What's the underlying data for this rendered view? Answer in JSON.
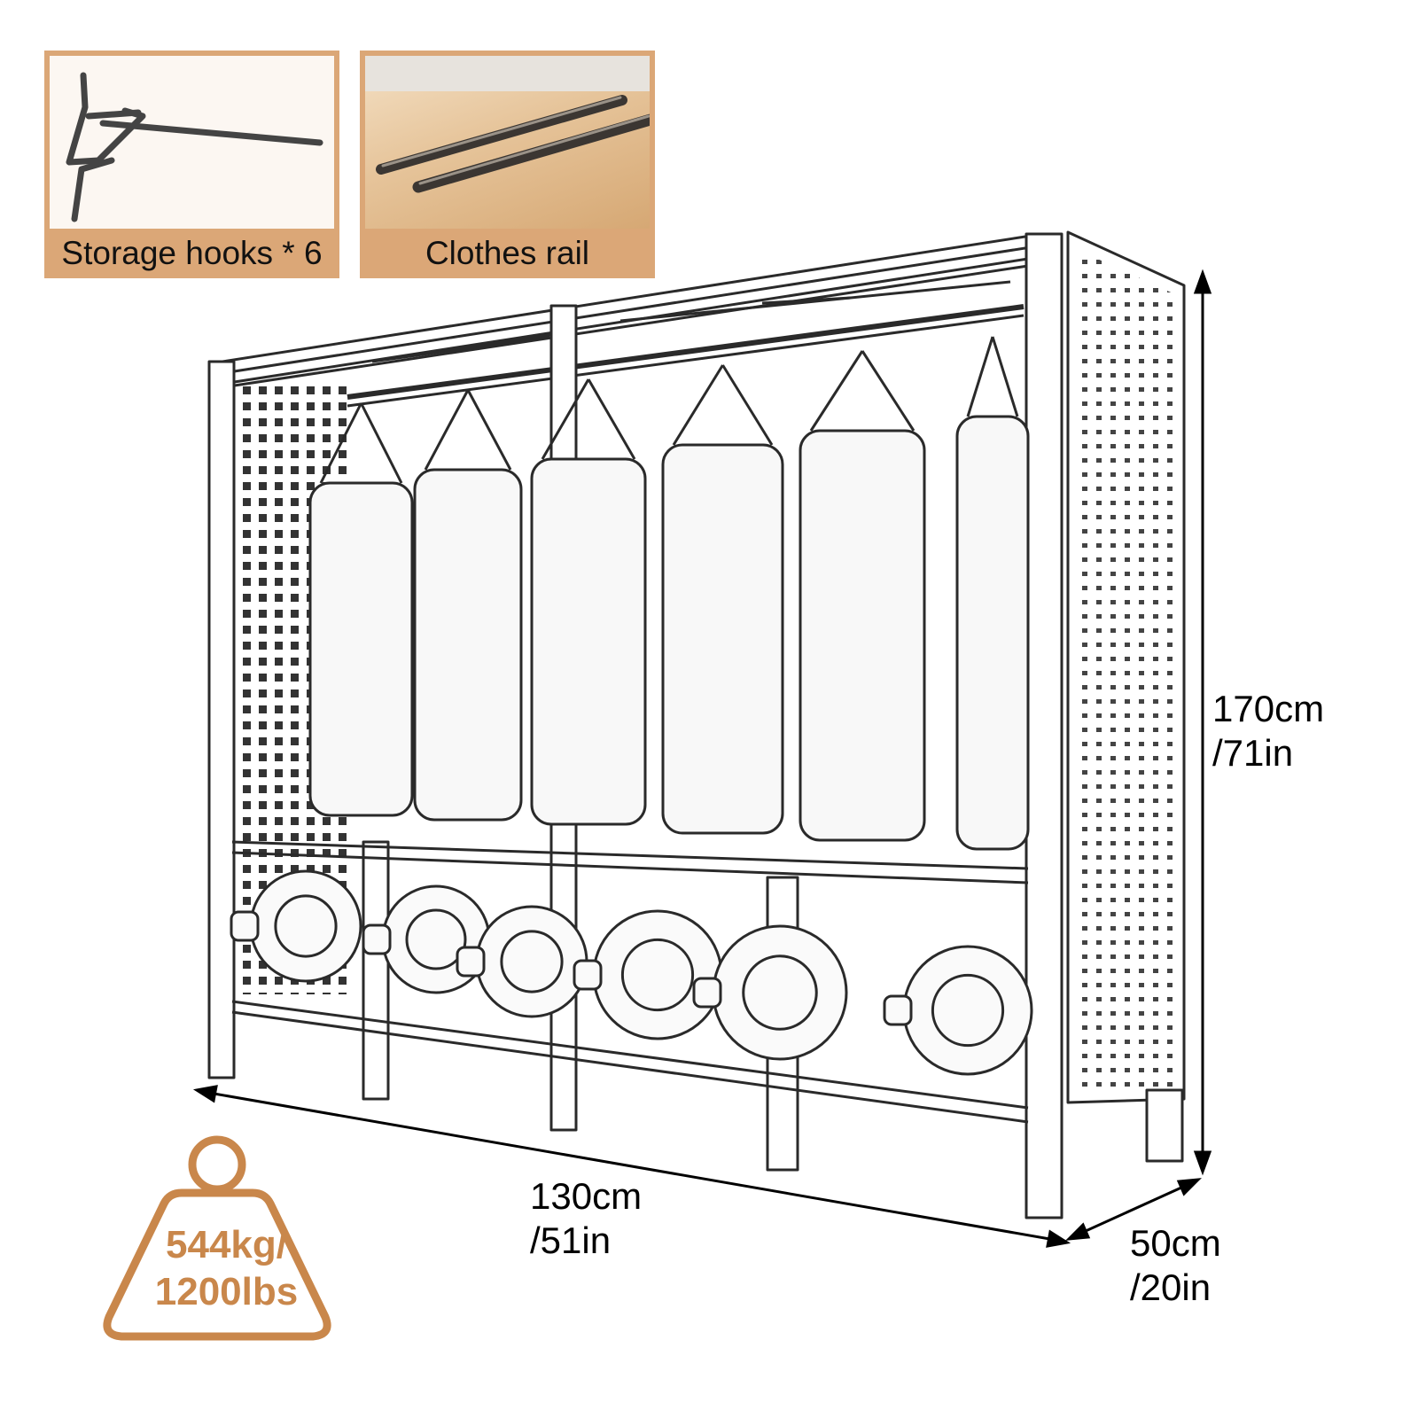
{
  "callouts": {
    "hooks": {
      "label": "Storage hooks * 6",
      "icon": "storage-hook-photo"
    },
    "rail": {
      "label": "Clothes rail",
      "icon": "clothes-rail-photo"
    }
  },
  "dimensions": {
    "height": {
      "metric": "170cm",
      "imperial": "/71in"
    },
    "width": {
      "metric": "130cm",
      "imperial": "/51in"
    },
    "depth": {
      "metric": "50cm",
      "imperial": "/20in"
    }
  },
  "capacity": {
    "metric": "544kg/",
    "imperial": "1200lbs",
    "icon": "weight-icon"
  },
  "colors": {
    "accent": "#dba777",
    "accent_dark": "#c9874b",
    "outline": "#2a2a2a"
  }
}
